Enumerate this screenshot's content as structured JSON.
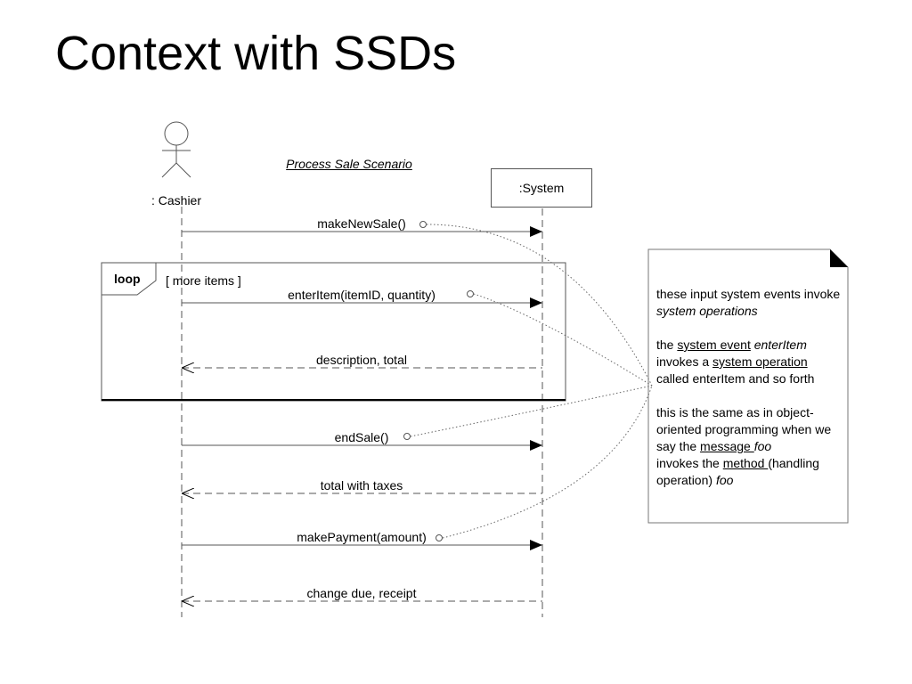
{
  "title": "Context with SSDs",
  "scenario_title": "Process Sale Scenario",
  "actor": {
    "label": ": Cashier"
  },
  "system": {
    "label": ":System"
  },
  "loop": {
    "keyword": "loop",
    "guard": "[ more items ]"
  },
  "messages": [
    {
      "label": "makeNewSale()",
      "kind": "call"
    },
    {
      "label": "enterItem(itemID, quantity)",
      "kind": "call"
    },
    {
      "label": "description, total",
      "kind": "return"
    },
    {
      "label": "endSale()",
      "kind": "call"
    },
    {
      "label": "total with taxes",
      "kind": "return"
    },
    {
      "label": "makePayment(amount)",
      "kind": "call"
    },
    {
      "label": "change due, receipt",
      "kind": "return"
    }
  ],
  "note": {
    "p1_a": "these input system events invoke ",
    "p1_b": "system operations",
    "p2_a": "the ",
    "p2_b": "system event",
    "p2_c": "enterItem",
    "p2_d": "invokes a ",
    "p2_e": "system operation",
    "p2_f": "called enterItem and so forth",
    "p3_a": "this is the same as in object-oriented programming when we say the ",
    "p3_b": "message ",
    "p3_c": "foo",
    "p3_d": "invokes the ",
    "p3_e": "method ",
    "p3_f": "(handling operation) ",
    "p3_g": "foo"
  }
}
